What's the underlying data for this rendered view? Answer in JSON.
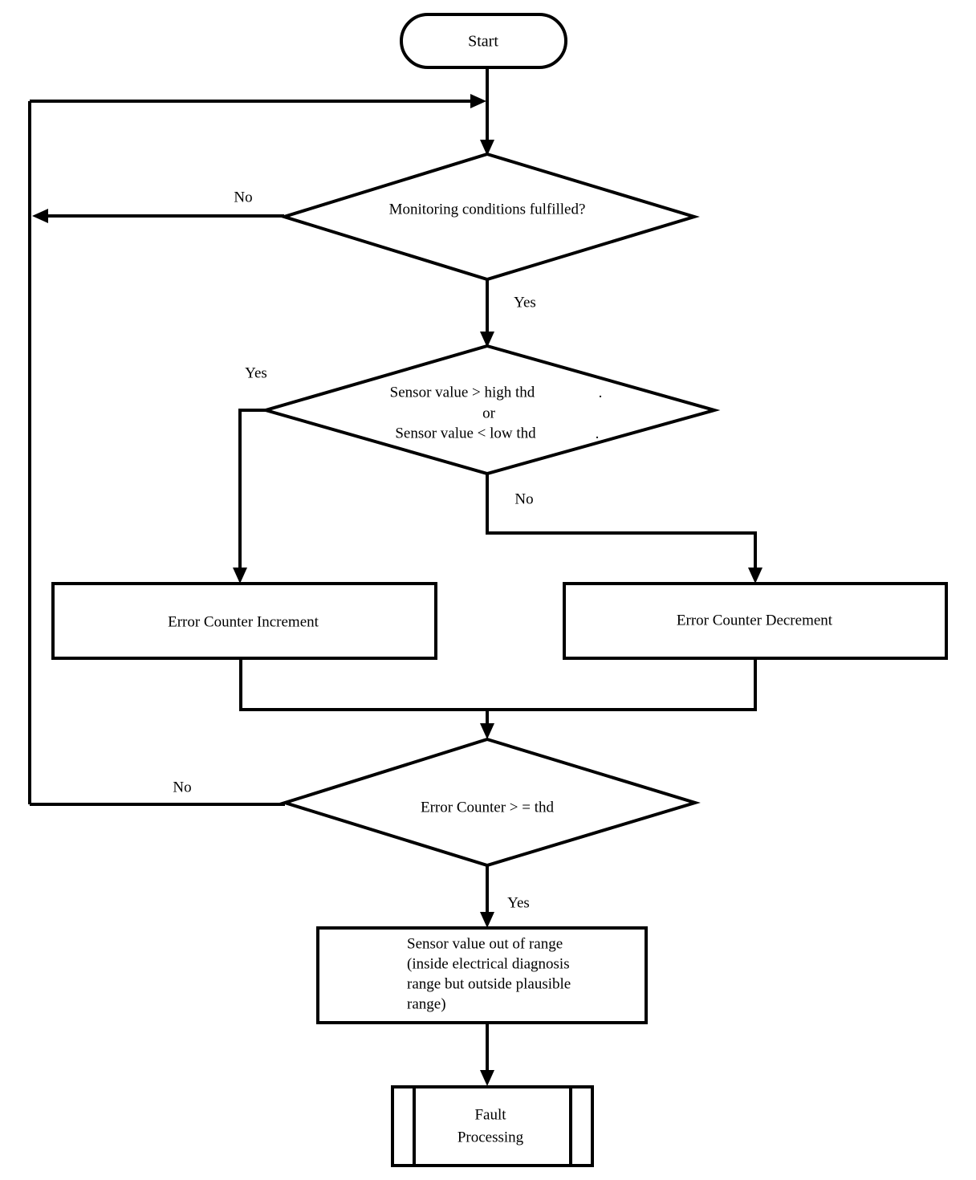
{
  "diagram": {
    "title": "Sensor plausibility monitoring flowchart",
    "background_color": "#ffffff",
    "line_color": "#000000",
    "nodes": {
      "start": {
        "shape": "terminator",
        "label": "Start"
      },
      "monitoring_decision": {
        "shape": "decision",
        "label": "Monitoring  conditions fulfilled?"
      },
      "threshold_decision": {
        "shape": "decision",
        "line1": "Sensor value > high thd",
        "line2": "or",
        "line3": "Sensor    value < low thd",
        "mark1": ".",
        "mark2": "."
      },
      "error_counter_increment": {
        "shape": "process",
        "label": "Error Counter Increment"
      },
      "error_counter_decrement": {
        "shape": "process",
        "label": "Error Counter Decrement"
      },
      "error_counter_threshold_decision": {
        "shape": "decision",
        "label": "Error Counter > = thd"
      },
      "sensor_out_of_range": {
        "shape": "process",
        "line1": "Sensor value out of range",
        "line2": "(inside electrical diagnosis",
        "line3": "range but outside plausible",
        "line4": "range)"
      },
      "fault_processing": {
        "shape": "predefined-process",
        "line1": "Fault",
        "line2": "Processing"
      }
    },
    "edge_labels": {
      "monitoring_no": "No",
      "monitoring_yes": "Yes",
      "threshold_yes": "Yes",
      "threshold_no": "No",
      "counter_no": "No",
      "counter_yes": "Yes"
    }
  }
}
